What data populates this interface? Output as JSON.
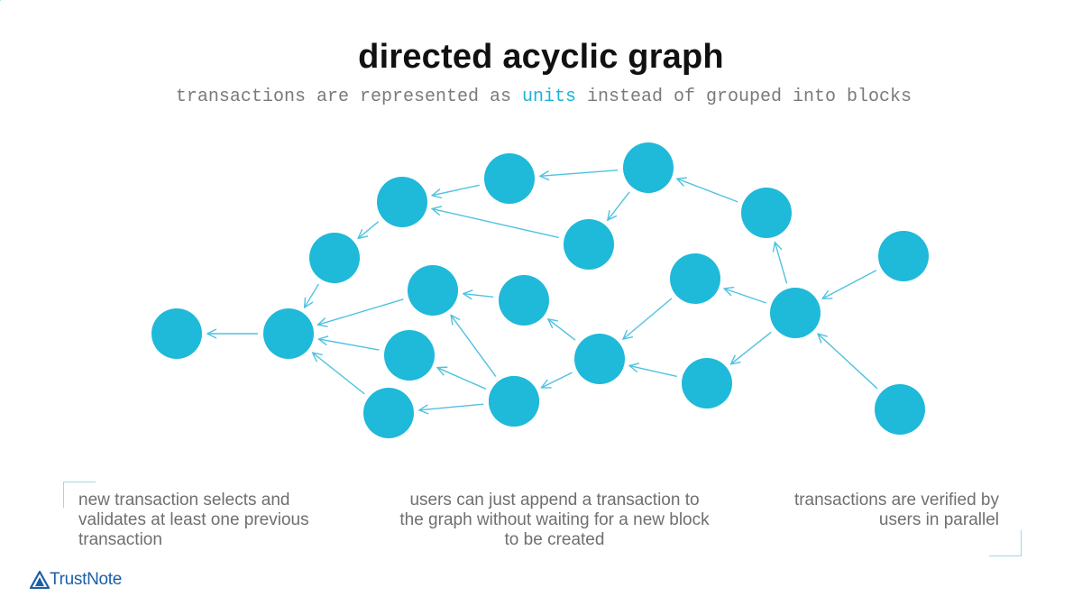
{
  "title": "directed acyclic graph",
  "subtitle": {
    "before": "transactions are represented as ",
    "highlight": "units",
    "after": " instead of grouped into blocks"
  },
  "colors": {
    "node": "#1fb9d9",
    "edge": "#4fc2df",
    "accent": "#1ab4d8",
    "caption": "#6f6f6f",
    "logo": "#1d5fa8"
  },
  "captions": {
    "left": "new transaction selects and validates at least one previous transaction",
    "middle": "users can just append a transaction to the graph without waiting for a new block to be created",
    "right": "transactions are verified by users in parallel"
  },
  "graph": {
    "nodes": [
      "u1",
      "u2",
      "u3",
      "u4",
      "u5",
      "u6",
      "u7",
      "u8",
      "u9",
      "u10",
      "u11",
      "u12",
      "u13",
      "u14",
      "u15",
      "u16",
      "u17",
      "u18",
      "u19",
      "u20",
      "u21",
      "u22"
    ],
    "edges": [
      [
        "u2",
        "u1"
      ],
      [
        "u3",
        "u2"
      ],
      [
        "u7",
        "u2"
      ],
      [
        "u8",
        "u2"
      ],
      [
        "u4",
        "u3"
      ],
      [
        "u5",
        "u4"
      ],
      [
        "u6",
        "u5"
      ],
      [
        "u6",
        "u10"
      ],
      [
        "u10",
        "u4"
      ],
      [
        "u9",
        "u2"
      ],
      [
        "u12",
        "u9"
      ],
      [
        "u11",
        "u7"
      ],
      [
        "u13",
        "u9"
      ],
      [
        "u13",
        "u11"
      ],
      [
        "u13",
        "u8"
      ],
      [
        "u14",
        "u13"
      ],
      [
        "u14",
        "u12"
      ],
      [
        "u15",
        "u14"
      ],
      [
        "u16",
        "u14"
      ],
      [
        "u17",
        "u15"
      ],
      [
        "u17",
        "u16"
      ],
      [
        "u17",
        "u18"
      ],
      [
        "u18",
        "u6"
      ],
      [
        "u19",
        "u17"
      ],
      [
        "u20",
        "u17"
      ]
    ]
  },
  "logo": {
    "name": "TrustNote",
    "icon": "trustnote-logo-icon"
  }
}
